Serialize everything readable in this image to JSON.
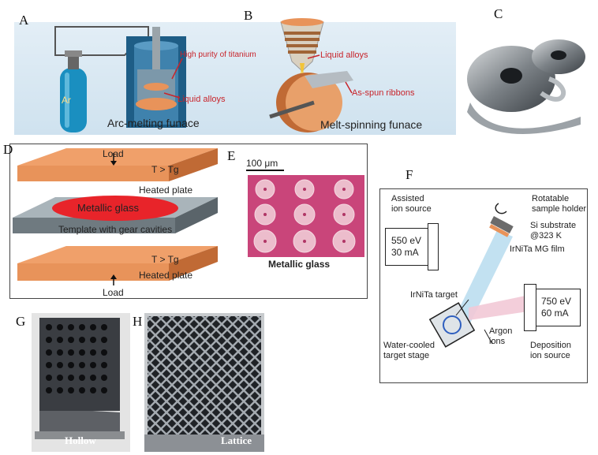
{
  "panels": {
    "A": {
      "letter": "A",
      "gas_label": "Ar",
      "label_titanium": "High purity of titanium",
      "label_liquid": "Liquid alloys",
      "caption": "Arc-melting funace"
    },
    "B": {
      "letter": "B",
      "label_liquid": "Liquid alloys",
      "label_ribbons": "As-spun ribbons",
      "caption": "Melt-spinning funace"
    },
    "C": {
      "letter": "C"
    },
    "D": {
      "letter": "D",
      "load_top": "Load",
      "temp_top": "T > Tg",
      "plate_top": "Heated plate",
      "metallic_glass": "Metallic glass",
      "template": "Template with gear cavities",
      "temp_bottom": "T > Tg",
      "plate_bottom": "Heated plate",
      "load_bottom": "Load"
    },
    "E": {
      "letter": "E",
      "scale": "100 μm",
      "caption": "Metallic glass"
    },
    "F": {
      "letter": "F",
      "assisted_source": "Assisted\nion source",
      "assisted_values": "550 eV\n30 mA",
      "rotatable_holder": "Rotatable\nsample holder",
      "substrate": "Si substrate\n@323 K",
      "film": "IrNiTa MG film",
      "target": "IrNiTa target",
      "deposition_values": "750 eV\n60 mA",
      "argon": "Argon\nions",
      "stage": "Water-cooled\ntarget stage",
      "deposition_source": "Deposition\nion source"
    },
    "G": {
      "letter": "G",
      "caption": "Hollow"
    },
    "H": {
      "letter": "H",
      "caption": "Lattice"
    }
  },
  "colors": {
    "panel_ab_bg": "#dbe9f3",
    "copper": "#e8935a",
    "copper_dark": "#c06a35",
    "red_text": "#c8242b",
    "cylinder_blue": "#1b8fb8",
    "metallic_glass_red": "#e8242a",
    "template_gray": "#8a969d",
    "gear_pink": "#e7b3c3",
    "gear_bg": "#c9457a",
    "beam_blue": "#b7dcef",
    "beam_pink": "#f2c9d6"
  }
}
